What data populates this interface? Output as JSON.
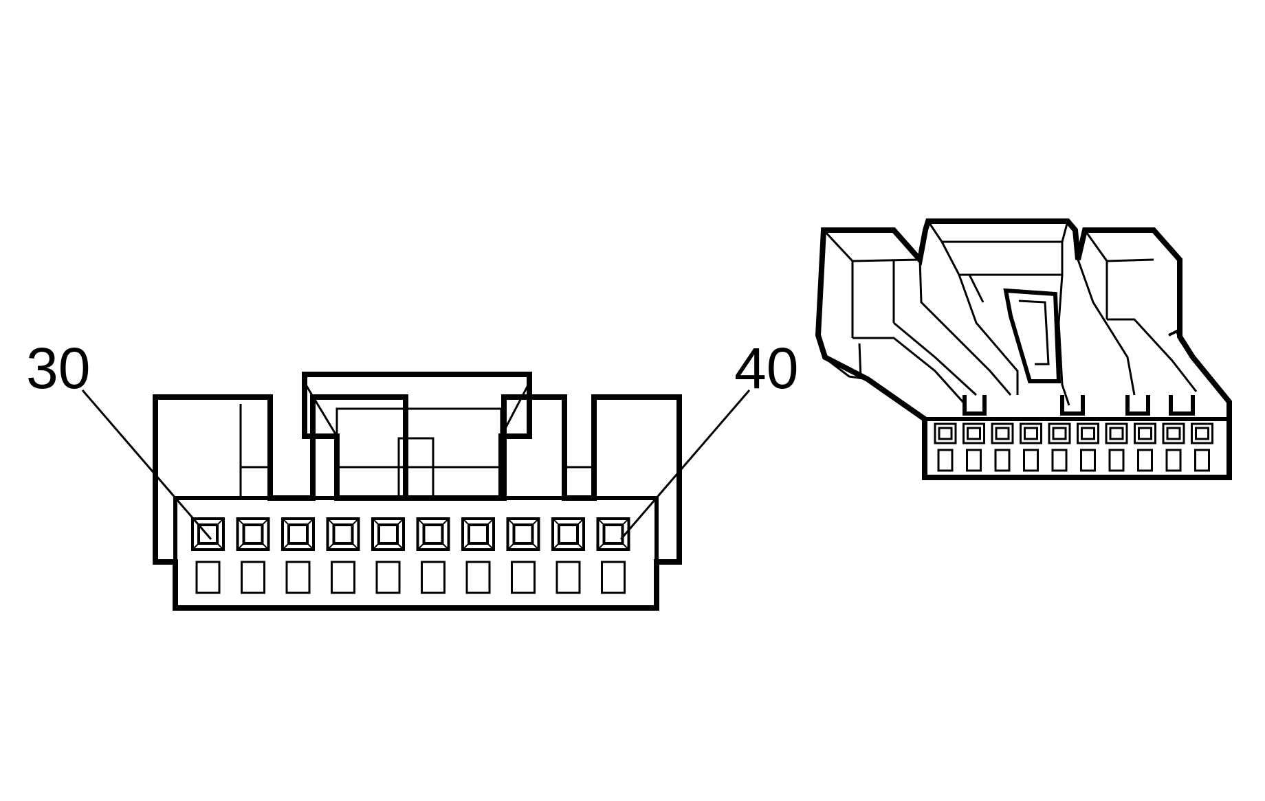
{
  "diagram": {
    "front_view": {
      "labels": {
        "first_pin": "30",
        "last_pin": "40"
      },
      "upper_cavity_count": 10,
      "lower_cavity_count": 10
    },
    "perspective_view": {
      "upper_cavity_count": 10,
      "lower_cavity_count": 10
    },
    "colors": {
      "line": "#000000",
      "background": "#ffffff"
    }
  }
}
